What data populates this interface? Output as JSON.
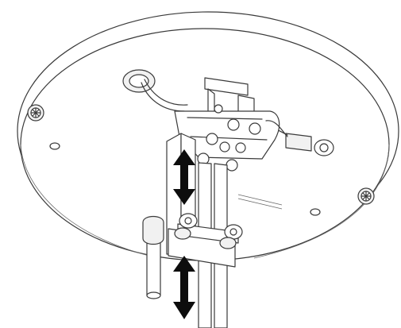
{
  "figure": {
    "background_color": "#ffffff",
    "line_color": "#3a3a3a",
    "arrow_color": "#0d0d0d",
    "icons": [
      "ceiling-plate",
      "screw-icon",
      "terminal-block",
      "grounding-screw",
      "mounting-bracket",
      "clamp-bar",
      "cable-rod",
      "double-arrow-icon"
    ]
  }
}
